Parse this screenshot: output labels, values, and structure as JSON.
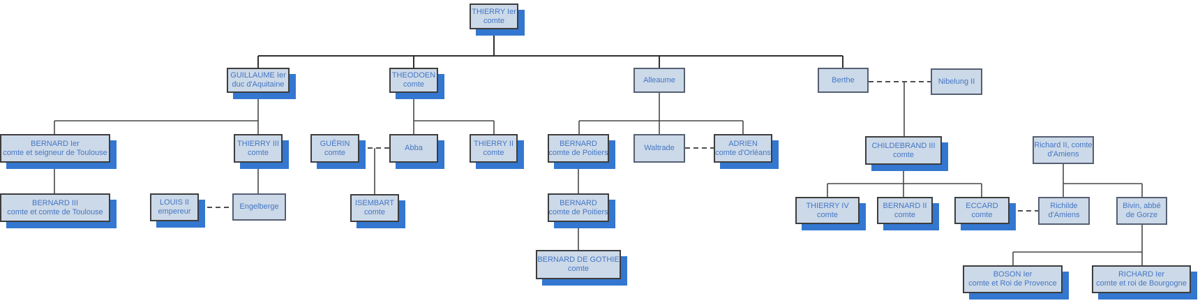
{
  "diagram": {
    "kind": "family-tree-org-chart",
    "root_person": "THIERRY Ier"
  },
  "colors": {
    "box_fill": "#ccd9e8",
    "box_border_main": "#3d3d3d",
    "box_border_spouse": "#555f72",
    "box_shadow": "#3377d0",
    "text_blue": "#4476c4",
    "connector_line": "#474747"
  },
  "nodes": [
    {
      "id": "thierry-1er",
      "line1": "THIERRY Ier",
      "line2": "comte"
    },
    {
      "id": "guillaume-1er",
      "line1": "GUILLAUME Ier",
      "line2": "duc d'Aquitaine"
    },
    {
      "id": "theodoen",
      "line1": "THEODOEN",
      "line2": "comte"
    },
    {
      "id": "alleaume",
      "line1": "Alleaume",
      "line2": ""
    },
    {
      "id": "berthe",
      "line1": "Berthe",
      "line2": ""
    },
    {
      "id": "nibelung-2",
      "line1": "Nibelung II",
      "line2": ""
    },
    {
      "id": "bernard-1er",
      "line1": "BERNARD Ier",
      "line2": "comte et seigneur de Toulouse"
    },
    {
      "id": "thierry-3",
      "line1": "THIERRY III",
      "line2": "comte"
    },
    {
      "id": "guerin",
      "line1": "GUÉRIN",
      "line2": "comte"
    },
    {
      "id": "abba",
      "line1": "Abba",
      "line2": ""
    },
    {
      "id": "thierry-2",
      "line1": "THIERRY II",
      "line2": "comte"
    },
    {
      "id": "bernard-poitiers-1",
      "line1": "BERNARD",
      "line2": "comte de Poitiers"
    },
    {
      "id": "waltrade",
      "line1": "Waltrade",
      "line2": ""
    },
    {
      "id": "adrien",
      "line1": "ADRIEN",
      "line2": "comte d'Orléans"
    },
    {
      "id": "childebrand-3",
      "line1": "CHILDEBRAND III",
      "line2": "comte"
    },
    {
      "id": "richard-2-amiens",
      "line1": "Richard II, comte",
      "line2": "d'Amiens"
    },
    {
      "id": "bernard-3",
      "line1": "BERNARD III",
      "line2": "comte et comte de Toulouse"
    },
    {
      "id": "louis-2",
      "line1": "LOUIS II",
      "line2": "empereur"
    },
    {
      "id": "engelberge",
      "line1": "Engelberge",
      "line2": ""
    },
    {
      "id": "isembart",
      "line1": "ISEMBART",
      "line2": "comte"
    },
    {
      "id": "bernard-poitiers-2",
      "line1": "BERNARD",
      "line2": "comte de Poitiers"
    },
    {
      "id": "thierry-4",
      "line1": "THIERRY IV",
      "line2": "comte"
    },
    {
      "id": "bernard-2",
      "line1": "BERNARD II",
      "line2": "comte"
    },
    {
      "id": "eccard",
      "line1": "ECCARD",
      "line2": "comte"
    },
    {
      "id": "richilde",
      "line1": "Richilde",
      "line2": "d'Amiens"
    },
    {
      "id": "bivin",
      "line1": "Bivin, abbé",
      "line2": "de Gorze"
    },
    {
      "id": "bernard-de-gothie",
      "line1": "BERNARD DE GOTHIE",
      "line2": "comte"
    },
    {
      "id": "boson-1er",
      "line1": "BOSON Ier",
      "line2": "comte et Roi de Provence"
    },
    {
      "id": "richard-1er",
      "line1": "RICHARD Ier",
      "line2": "comte et roi de Bourgogne"
    }
  ],
  "edges": {
    "parent_child": [
      {
        "parent": "thierry-1er",
        "children": [
          "guillaume-1er",
          "theodoen",
          "alleaume",
          "berthe"
        ]
      },
      {
        "parent": "guillaume-1er",
        "children": [
          "bernard-1er",
          "thierry-3"
        ]
      },
      {
        "parent": "bernard-1er",
        "children": [
          "bernard-3"
        ]
      },
      {
        "parent": "thierry-3",
        "children": [
          "engelberge"
        ]
      },
      {
        "parent": "theodoen",
        "children": [
          "abba",
          "thierry-2"
        ]
      },
      {
        "parent": "guerin+abba",
        "children": [
          "isembart"
        ]
      },
      {
        "parent": "alleaume",
        "children": [
          "bernard-poitiers-1",
          "waltrade",
          "adrien"
        ]
      },
      {
        "parent": "bernard-poitiers-1",
        "children": [
          "bernard-poitiers-2"
        ]
      },
      {
        "parent": "bernard-poitiers-2",
        "children": [
          "bernard-de-gothie"
        ]
      },
      {
        "parent": "berthe+nibelung-2",
        "children": [
          "childebrand-3"
        ]
      },
      {
        "parent": "childebrand-3",
        "children": [
          "thierry-4",
          "bernard-2",
          "eccard"
        ]
      },
      {
        "parent": "richard-2-amiens",
        "children": [
          "richilde",
          "bivin"
        ]
      },
      {
        "parent": "bivin",
        "children": [
          "boson-1er",
          "richard-1er"
        ]
      }
    ],
    "marriages": [
      {
        "a": "louis-2",
        "b": "engelberge"
      },
      {
        "a": "guerin",
        "b": "abba"
      },
      {
        "a": "waltrade",
        "b": "adrien"
      },
      {
        "a": "berthe",
        "b": "nibelung-2"
      },
      {
        "a": "eccard",
        "b": "richilde"
      }
    ]
  }
}
